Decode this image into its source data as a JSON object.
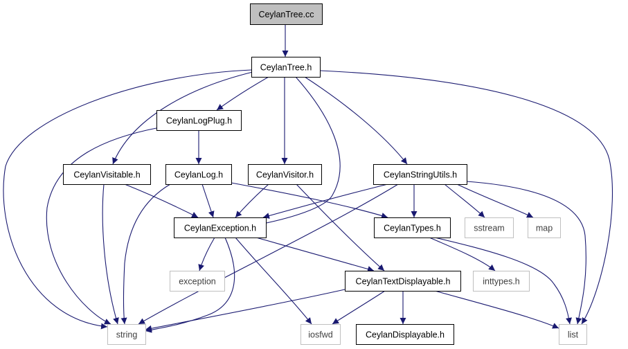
{
  "colors": {
    "edge": "#191970",
    "main_fill": "#bfbfbf",
    "main_border": "#000000",
    "local_border": "#000000",
    "system_border": "#bfbfbf",
    "system_text": "#404040",
    "text": "#000000"
  },
  "nodes": [
    {
      "id": "tree_cc",
      "label": "CeylanTree.cc",
      "kind": "main"
    },
    {
      "id": "tree_h",
      "label": "CeylanTree.h",
      "kind": "local"
    },
    {
      "id": "logplug",
      "label": "CeylanLogPlug.h",
      "kind": "local"
    },
    {
      "id": "visitable",
      "label": "CeylanVisitable.h",
      "kind": "local"
    },
    {
      "id": "log",
      "label": "CeylanLog.h",
      "kind": "local"
    },
    {
      "id": "visitor",
      "label": "CeylanVisitor.h",
      "kind": "local"
    },
    {
      "id": "stringutils",
      "label": "CeylanStringUtils.h",
      "kind": "local"
    },
    {
      "id": "exception_h",
      "label": "CeylanException.h",
      "kind": "local"
    },
    {
      "id": "types",
      "label": "CeylanTypes.h",
      "kind": "local"
    },
    {
      "id": "sstream",
      "label": "sstream",
      "kind": "system"
    },
    {
      "id": "map",
      "label": "map",
      "kind": "system"
    },
    {
      "id": "exception",
      "label": "exception",
      "kind": "system"
    },
    {
      "id": "textdisplayable",
      "label": "CeylanTextDisplayable.h",
      "kind": "local"
    },
    {
      "id": "inttypes",
      "label": "inttypes.h",
      "kind": "system"
    },
    {
      "id": "string",
      "label": "string",
      "kind": "system"
    },
    {
      "id": "iosfwd",
      "label": "iosfwd",
      "kind": "system"
    },
    {
      "id": "displayable",
      "label": "CeylanDisplayable.h",
      "kind": "local"
    },
    {
      "id": "list",
      "label": "list",
      "kind": "system"
    }
  ],
  "edges": [
    [
      "tree_cc",
      "tree_h"
    ],
    [
      "tree_h",
      "logplug"
    ],
    [
      "tree_h",
      "visitable"
    ],
    [
      "tree_h",
      "visitor"
    ],
    [
      "tree_h",
      "exception_h"
    ],
    [
      "tree_h",
      "stringutils"
    ],
    [
      "tree_h",
      "string"
    ],
    [
      "tree_h",
      "list"
    ],
    [
      "logplug",
      "log"
    ],
    [
      "logplug",
      "string"
    ],
    [
      "visitable",
      "exception_h"
    ],
    [
      "visitable",
      "string"
    ],
    [
      "log",
      "exception_h"
    ],
    [
      "log",
      "types"
    ],
    [
      "log",
      "string"
    ],
    [
      "visitor",
      "exception_h"
    ],
    [
      "visitor",
      "textdisplayable"
    ],
    [
      "stringutils",
      "exception_h"
    ],
    [
      "stringutils",
      "types"
    ],
    [
      "stringutils",
      "sstream"
    ],
    [
      "stringutils",
      "map"
    ],
    [
      "stringutils",
      "list"
    ],
    [
      "stringutils",
      "string"
    ],
    [
      "exception_h",
      "exception"
    ],
    [
      "exception_h",
      "textdisplayable"
    ],
    [
      "exception_h",
      "iosfwd"
    ],
    [
      "exception_h",
      "string"
    ],
    [
      "types",
      "inttypes"
    ],
    [
      "types",
      "list"
    ],
    [
      "textdisplayable",
      "displayable"
    ],
    [
      "textdisplayable",
      "iosfwd"
    ],
    [
      "textdisplayable",
      "string"
    ],
    [
      "textdisplayable",
      "list"
    ]
  ]
}
